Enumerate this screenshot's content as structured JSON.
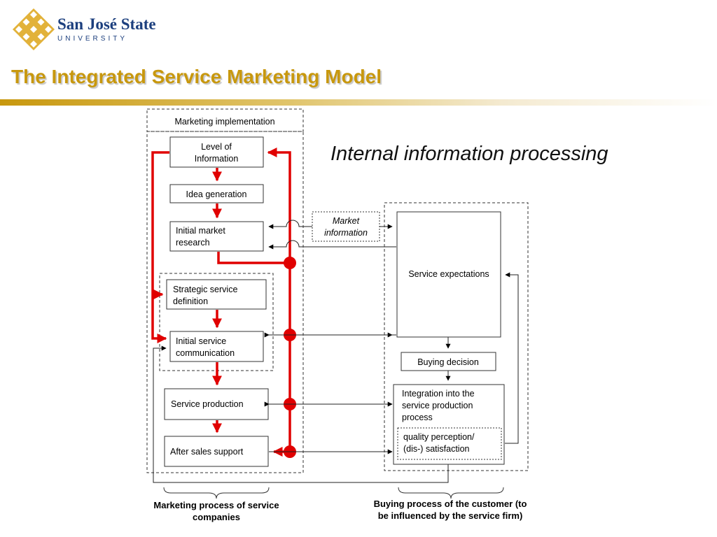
{
  "header": {
    "university_name": "San José State",
    "university_sub": "UNIVERSITY",
    "title": "The Integrated Service Marketing Model",
    "subtitle": "Internal information processing"
  },
  "diagram": {
    "marketing_implementation_label": "Marketing implementation",
    "left_boxes": {
      "level_of_information": [
        "Level of",
        "Information"
      ],
      "idea_generation": [
        "Idea generation"
      ],
      "initial_market_research": [
        "Initial market",
        "research"
      ],
      "strategic_service_definition": [
        "Strategic service",
        "definition"
      ],
      "initial_service_communication": [
        "Initial service",
        "communication"
      ],
      "service_production": [
        "Service production"
      ],
      "after_sales_support": [
        "After sales support"
      ]
    },
    "market_information": [
      "Market",
      "information"
    ],
    "right_boxes": {
      "service_expectations": [
        "Service expectations"
      ],
      "buying_decision": [
        "Buying decision"
      ],
      "integration": [
        "Integration into the",
        "service production",
        "process"
      ],
      "quality_perception": [
        "quality perception/",
        "(dis-) satisfaction"
      ]
    },
    "captions": {
      "left": [
        "Marketing process of service",
        "companies"
      ],
      "right": [
        "Buying process of the customer (to",
        "be influenced by the service firm)"
      ]
    }
  },
  "colors": {
    "title_gold": "#C8980E",
    "flow_red": "#E00000",
    "logo_gold": "#E2B23A",
    "logo_blue": "#1c3f7e",
    "line_gray": "#555555"
  },
  "icons": {
    "logo": "sjsu-diamond-logo"
  }
}
